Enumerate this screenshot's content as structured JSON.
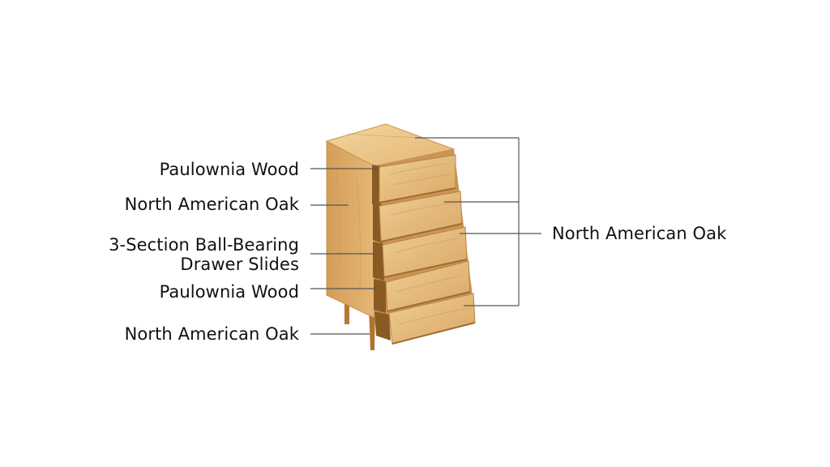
{
  "left_labels": [
    {
      "text": "Paulownia Wood"
    },
    {
      "text": "North American Oak"
    },
    {
      "line1": "3-Section Ball-Bearing",
      "line2": "Drawer Slides"
    },
    {
      "text": "Paulownia Wood"
    },
    {
      "text": "North American Oak"
    }
  ],
  "right_label": {
    "text": "North American Oak"
  },
  "colors": {
    "wood_light": "#e7bf7f",
    "wood_mid": "#d6a766",
    "wood_dark": "#b9833f",
    "leader_line": "#555555"
  }
}
